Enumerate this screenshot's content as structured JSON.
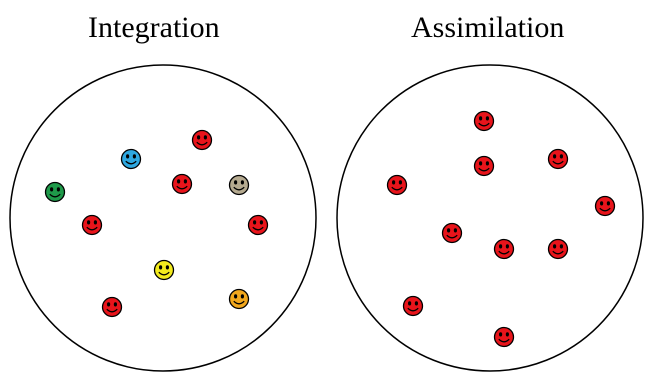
{
  "panels": [
    {
      "title": "Integration",
      "faces": [
        {
          "color_name": "red",
          "color": "#E8141B"
        },
        {
          "color_name": "blue",
          "color": "#2FA8E0"
        },
        {
          "color_name": "green",
          "color": "#1F9A4A"
        },
        {
          "color_name": "red",
          "color": "#E8141B"
        },
        {
          "color_name": "gray",
          "color": "#B5AA90"
        },
        {
          "color_name": "red",
          "color": "#E8141B"
        },
        {
          "color_name": "red",
          "color": "#E8141B"
        },
        {
          "color_name": "yellow",
          "color": "#F3EB1E"
        },
        {
          "color_name": "red",
          "color": "#E8141B"
        },
        {
          "color_name": "orange",
          "color": "#F2A81E"
        }
      ]
    },
    {
      "title": "Assimilation",
      "faces": [
        {
          "color_name": "red",
          "color": "#E8141B"
        },
        {
          "color_name": "red",
          "color": "#E8141B"
        },
        {
          "color_name": "red",
          "color": "#E8141B"
        },
        {
          "color_name": "red",
          "color": "#E8141B"
        },
        {
          "color_name": "red",
          "color": "#E8141B"
        },
        {
          "color_name": "red",
          "color": "#E8141B"
        },
        {
          "color_name": "red",
          "color": "#E8141B"
        },
        {
          "color_name": "red",
          "color": "#E8141B"
        },
        {
          "color_name": "red",
          "color": "#E8141B"
        },
        {
          "color_name": "red",
          "color": "#E8141B"
        }
      ]
    }
  ],
  "icon": "smiley-face-icon"
}
